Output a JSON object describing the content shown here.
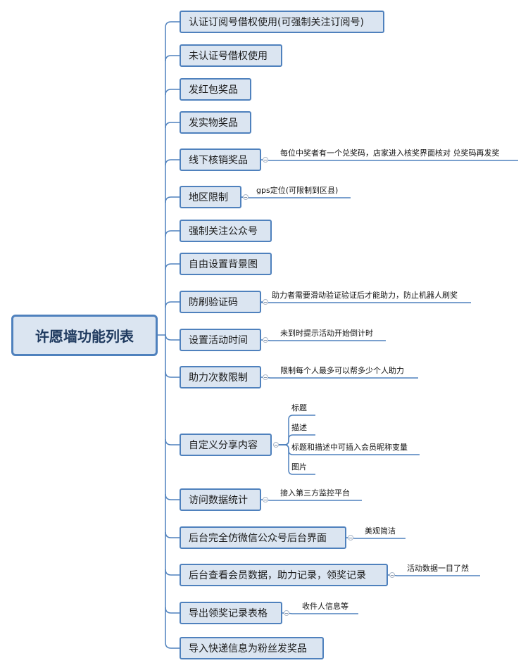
{
  "root": {
    "label": "许愿墙功能列表"
  },
  "branches": [
    {
      "label": "认证订阅号借权使用(可强制关注订阅号)"
    },
    {
      "label": "未认证号借权使用"
    },
    {
      "label": "发红包奖品"
    },
    {
      "label": "发实物奖品"
    },
    {
      "label": "线下核销奖品",
      "notes": [
        "每位中奖者有一个兑奖码，店家进入核奖界面核对 兑奖码再发奖"
      ]
    },
    {
      "label": "地区限制",
      "notes": [
        "gps定位(可限制到区县)"
      ]
    },
    {
      "label": "强制关注公众号"
    },
    {
      "label": "自由设置背景图"
    },
    {
      "label": "防刷验证码",
      "notes": [
        "助力者需要滑动验证验证后才能助力，防止机器人刷奖"
      ]
    },
    {
      "label": "设置活动时间",
      "notes": [
        "未到时提示活动开始倒计时"
      ]
    },
    {
      "label": "助力次数限制",
      "notes": [
        "限制每个人最多可以帮多少个人助力"
      ]
    },
    {
      "label": "自定义分享内容",
      "notes": [
        "标题",
        "描述",
        "标题和描述中可插入会员昵称变量",
        "图片"
      ]
    },
    {
      "label": "访问数据统计",
      "notes": [
        "接入第三方监控平台"
      ]
    },
    {
      "label": "后台完全仿微信公众号后台界面",
      "notes": [
        "美观简洁"
      ]
    },
    {
      "label": "后台查看会员数据，助力记录，领奖记录",
      "notes": [
        "活动数据一目了然"
      ]
    },
    {
      "label": "导出领奖记录表格",
      "notes": [
        "收件人信息等"
      ]
    },
    {
      "label": "导入快递信息为粉丝发奖品"
    }
  ],
  "colors": {
    "line": "#4f81bd",
    "box_fill": "#dbe5f1",
    "box_border": "#4f81bd"
  }
}
